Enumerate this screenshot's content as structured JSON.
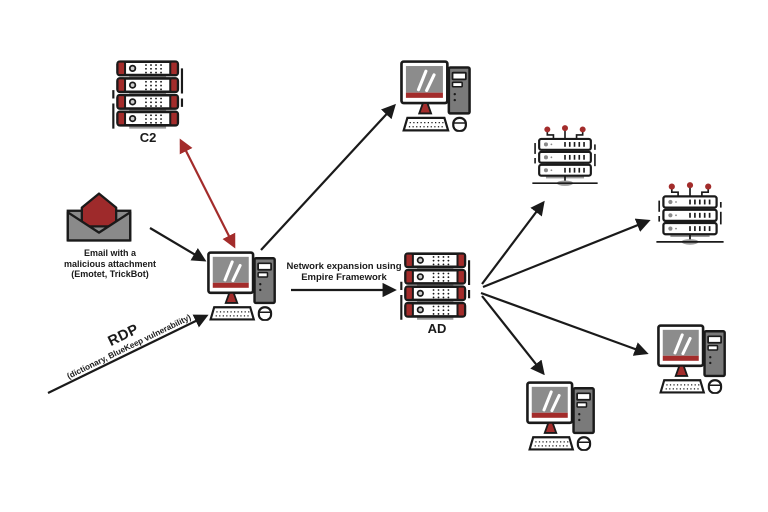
{
  "diagram": {
    "labels": {
      "c2": "C2",
      "ad": "AD",
      "email_line1": "Email with a",
      "email_line2": "malicious attachment",
      "email_line3": "(Emotet, TrickBot)",
      "rdp": "RDP",
      "rdp_sub": "(dictionary, BlueKeep vulnerability)",
      "expansion_line1": "Network expansion using",
      "expansion_line2": "Empire Framework"
    },
    "colors": {
      "accent_red": "#A32C2B",
      "letter_red": "#9E2A2B",
      "outline_dark": "#1A1A1A",
      "screen_gray": "#8C8C8C",
      "envelope_gray": "#8A8A8A",
      "connector_gray": "#9A9A9A"
    },
    "nodes": [
      {
        "id": "c2-server-rack",
        "label": "C2",
        "type": "server-rack-4-unit"
      },
      {
        "id": "malicious-email",
        "label": "Email with a malicious attachment (Emotet, TrickBot)",
        "type": "envelope"
      },
      {
        "id": "attacker-workstation",
        "label": "",
        "type": "workstation"
      },
      {
        "id": "ad-server-rack",
        "label": "AD",
        "type": "server-rack-4-unit"
      },
      {
        "id": "workstation-top-right",
        "label": "",
        "type": "workstation"
      },
      {
        "id": "server-rack-right-upper",
        "label": "",
        "type": "server-rack-antenna"
      },
      {
        "id": "server-rack-right-lower",
        "label": "",
        "type": "server-rack-antenna"
      },
      {
        "id": "workstation-bottom-right",
        "label": "",
        "type": "workstation"
      },
      {
        "id": "workstation-bottom-center",
        "label": "",
        "type": "workstation"
      }
    ],
    "edges": [
      {
        "from": "malicious-email",
        "to": "attacker-workstation",
        "color": "black",
        "bidirectional": false,
        "label": ""
      },
      {
        "from": "rdp-entry",
        "to": "attacker-workstation",
        "color": "black",
        "bidirectional": false,
        "label": "RDP (dictionary, BlueKeep vulnerability)"
      },
      {
        "from": "c2-server-rack",
        "to": "attacker-workstation",
        "color": "red",
        "bidirectional": true,
        "label": ""
      },
      {
        "from": "attacker-workstation",
        "to": "workstation-top-right",
        "color": "black",
        "bidirectional": false,
        "label": ""
      },
      {
        "from": "attacker-workstation",
        "to": "ad-server-rack",
        "color": "black",
        "bidirectional": false,
        "label": "Network expansion using Empire Framework"
      },
      {
        "from": "ad-server-rack",
        "to": "server-rack-right-upper",
        "color": "black",
        "bidirectional": false,
        "label": ""
      },
      {
        "from": "ad-server-rack",
        "to": "server-rack-right-lower",
        "color": "black",
        "bidirectional": false,
        "label": ""
      },
      {
        "from": "ad-server-rack",
        "to": "workstation-bottom-right",
        "color": "black",
        "bidirectional": false,
        "label": ""
      },
      {
        "from": "ad-server-rack",
        "to": "workstation-bottom-center",
        "color": "black",
        "bidirectional": false,
        "label": ""
      }
    ]
  }
}
